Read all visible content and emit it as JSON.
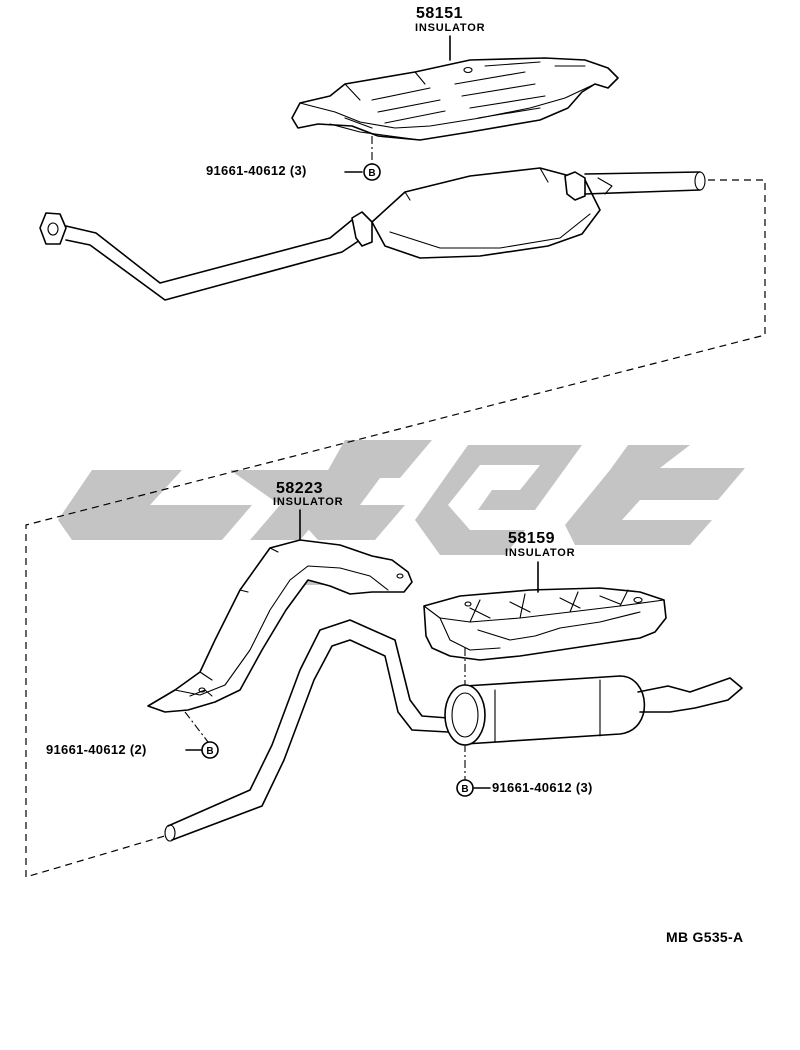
{
  "parts": [
    {
      "number": "58151",
      "name": "INSULATOR"
    },
    {
      "number": "58223",
      "name": "INSULATOR"
    },
    {
      "number": "58159",
      "name": "INSULATOR"
    }
  ],
  "bolts": [
    {
      "part": "91661-40612",
      "qty": "(3)",
      "symbol": "B"
    },
    {
      "part": "91661-40612",
      "qty": "(2)",
      "symbol": "B"
    },
    {
      "part": "91661-40612",
      "qty": "(3)",
      "symbol": "B"
    }
  ],
  "diagram_ref": "MB G535-A",
  "watermark": {
    "color": "#c4c4c4"
  }
}
